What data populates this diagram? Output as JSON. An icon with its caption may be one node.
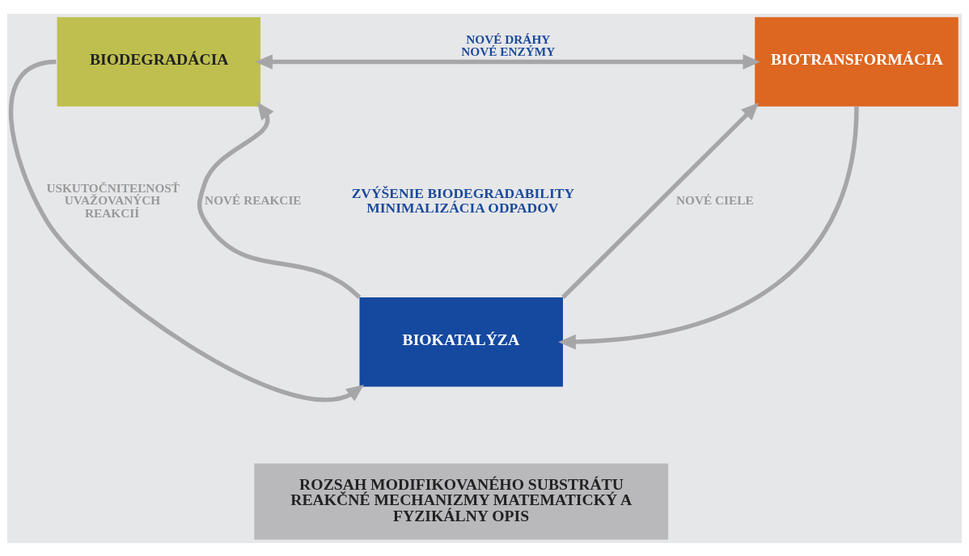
{
  "diagram": {
    "nodes": [
      {
        "text": [
          "BIODEGRADÁCIA"
        ]
      },
      {
        "text": [
          "BIOTRANSFORMÁCIA"
        ]
      },
      {
        "text": [
          "BIOKATALÝZA"
        ]
      },
      {
        "text": [
          "ROZSAH MODIFIKOVANÉHO SUBSTRÁTU REAKČNÉ MECHANIZMY MATEMATICKÝ A FYZIKÁLNY OPIS"
        ]
      }
    ],
    "edges": [
      {
        "from": 0,
        "to": 1,
        "arrow": "both",
        "label": "NOVÉ DRÁHY NOVÉ ENZÝMY"
      },
      {
        "from": 2,
        "to": 0,
        "arrow": "to",
        "label": "NOVÉ REAKCIE"
      },
      {
        "from": 0,
        "to": 2,
        "arrow": "to",
        "label": "USKUTOČNITEĽNOSŤ UVAŽOVANÝCH REAKCIÍ"
      },
      {
        "from": 2,
        "to": 1,
        "arrow": "to",
        "label": "NOVÉ CIELE"
      },
      {
        "from": 1,
        "to": 2,
        "arrow": "to"
      }
    ],
    "labels": [
      "ZVÝŠENIE BIODEGRADABILITY MINIMALIZÁCIA ODPADOV"
    ]
  }
}
